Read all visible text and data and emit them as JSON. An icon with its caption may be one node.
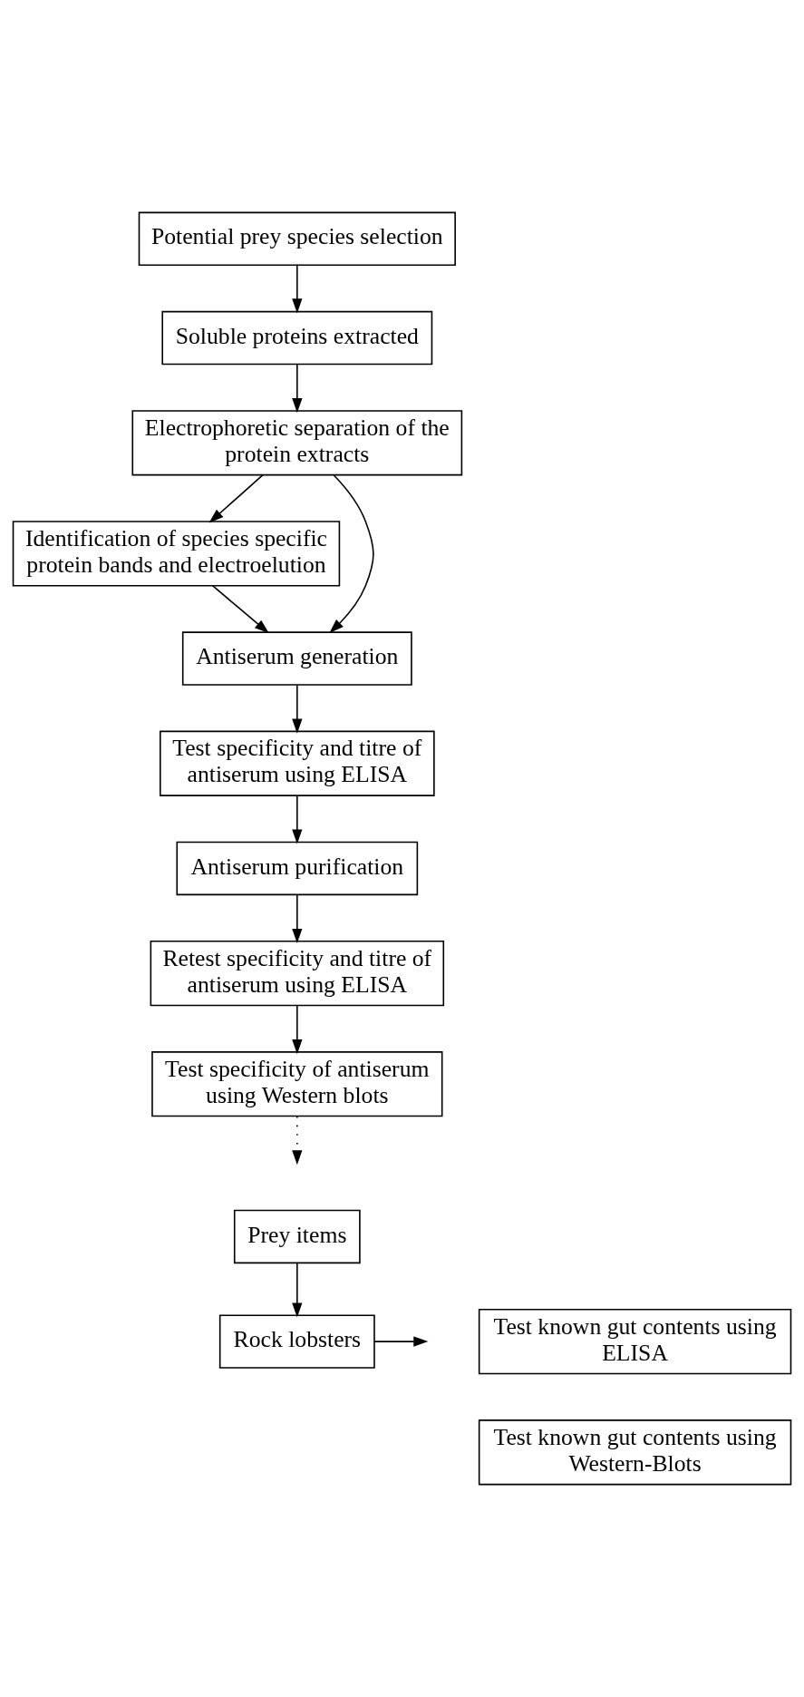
{
  "diagram": {
    "nodes": [
      {
        "text": [
          "Potential prey species selection"
        ]
      },
      {
        "text": [
          "Soluble proteins extracted"
        ]
      },
      {
        "text": [
          "Electrophoretic separation of the protein extracts"
        ]
      },
      {
        "text": [
          "Identification of species specific protein bands and electroelution"
        ]
      },
      {
        "text": [
          "Antiserum generation"
        ]
      },
      {
        "text": [
          "Test specificity and titre of antiserum using ELISA"
        ]
      },
      {
        "text": [
          "Antiserum purification"
        ]
      },
      {
        "text": [
          "Retest specificity and titre of antiserum using ELISA"
        ]
      },
      {
        "text": [
          "Test specificity of antiserum using Western blots"
        ]
      },
      {
        "text": [
          "Prey items"
        ]
      },
      {
        "text": [
          "Rock lobsters"
        ]
      },
      {
        "text": [
          "Test known gut contents using ELISA"
        ]
      },
      {
        "text": [
          "Test known gut contents using Western-Blots"
        ]
      }
    ],
    "edges": [
      {
        "from": 0,
        "to": 1,
        "arrow": "to"
      },
      {
        "from": 1,
        "to": 2,
        "arrow": "to"
      },
      {
        "from": 2,
        "to": 3,
        "arrow": "to"
      },
      {
        "from": 2,
        "to": 4,
        "arrow": "to"
      },
      {
        "from": 3,
        "to": 4,
        "arrow": "to"
      },
      {
        "from": 4,
        "to": 5,
        "arrow": "to"
      },
      {
        "from": 5,
        "to": 6,
        "arrow": "to"
      },
      {
        "from": 6,
        "to": 7,
        "arrow": "to"
      },
      {
        "from": 7,
        "to": 8,
        "arrow": "to"
      },
      {
        "from": 8,
        "to": null,
        "arrow": "to",
        "style": "dashed"
      },
      {
        "from": 9,
        "to": 10,
        "arrow": "to"
      },
      {
        "from": 10,
        "to": null,
        "arrow": "to"
      }
    ]
  }
}
